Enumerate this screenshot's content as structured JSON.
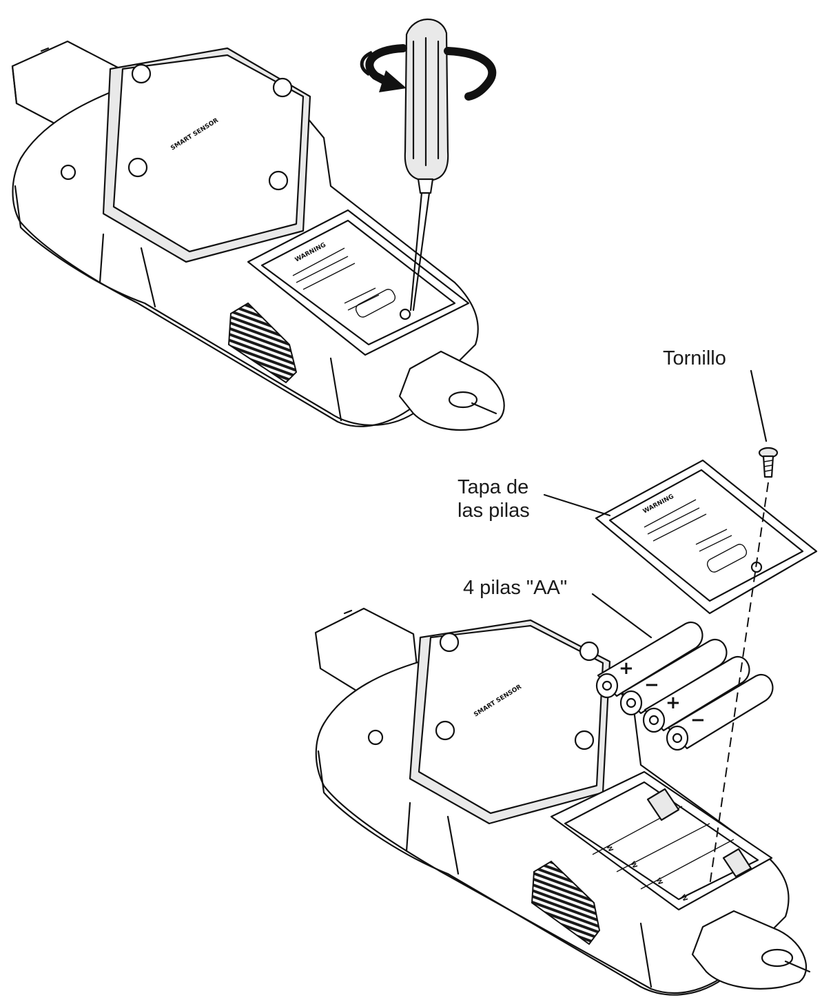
{
  "labels": {
    "screw": "Tornillo",
    "cover_line1": "Tapa de",
    "cover_line2": "las pilas",
    "batteries": "4 pilas \"AA\""
  },
  "device_text": {
    "brand": "SMART SENSOR",
    "warning": "WARNING"
  },
  "battery_marks": {
    "plus": "+",
    "minus": "−"
  }
}
